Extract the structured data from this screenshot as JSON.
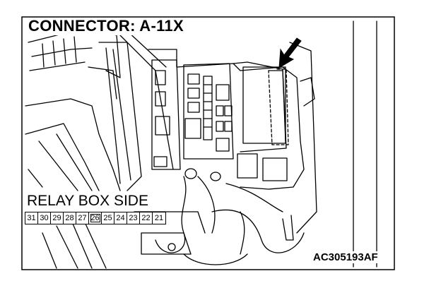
{
  "title": "CONNECTOR: A-11X",
  "relay_box_label": "RELAY BOX SIDE",
  "figure_code": "AC305193AF",
  "pins": [
    "31",
    "30",
    "29",
    "28",
    "27",
    "26",
    "25",
    "24",
    "23",
    "22",
    "21"
  ],
  "key_pin": "26",
  "arrow_icon": "down-left-arrow-icon",
  "colors": {
    "line": "#000000",
    "background": "#ffffff"
  }
}
